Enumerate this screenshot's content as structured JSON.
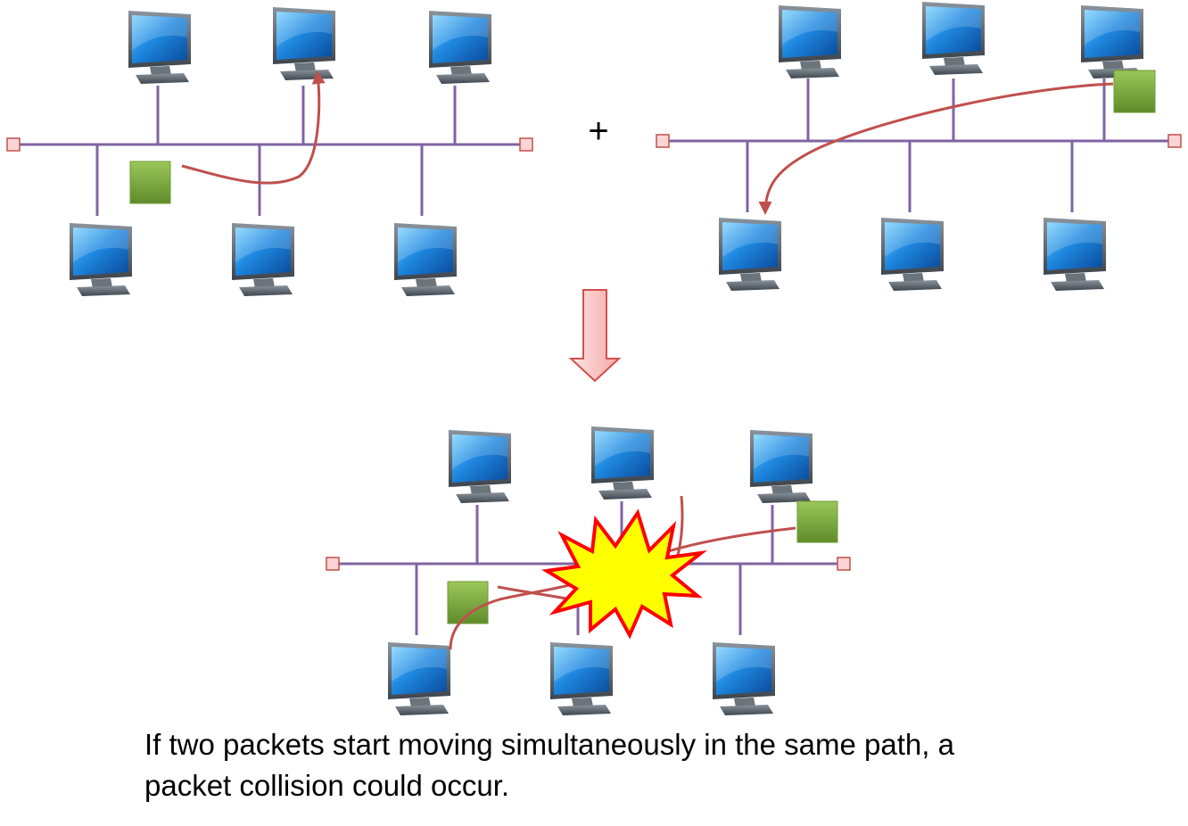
{
  "operator": "+",
  "caption": {
    "line1": "If two packets start moving simultaneously in the same path, a",
    "line2": "packet collision could occur."
  },
  "colors": {
    "bus": "#8064a2",
    "terminator_fill": "#fbd5d5",
    "terminator_stroke": "#c0504d",
    "packet_fill": "#78a53c",
    "path": "#c0504d",
    "down_arrow_fill": "#f7c1c0",
    "down_arrow_stroke": "#d0504d",
    "collision_fill": "#ffff00",
    "collision_stroke": "#ff0000",
    "monitor_screen": "#1e7fd8",
    "monitor_frame": "#5a6470"
  },
  "icons": [
    "monitor-icon",
    "packet",
    "collision-burst-icon",
    "down-arrow-icon"
  ]
}
